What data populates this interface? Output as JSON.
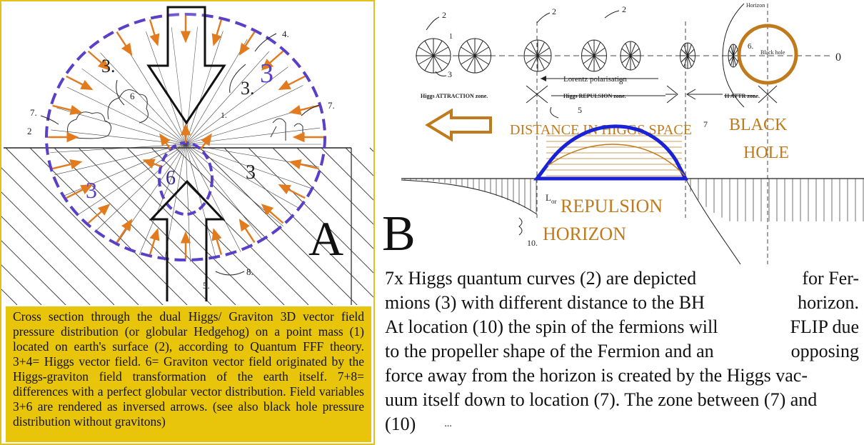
{
  "panel_a": {
    "letter": "A",
    "labels": {
      "n1": "1.",
      "n2": "2",
      "n3a": "3.",
      "n3b": "3.",
      "n3c": "3",
      "n3d": "3",
      "n4": "4.",
      "n5": "5.",
      "n6a": "6",
      "n6b": "6",
      "n7a": "7.",
      "n7b": "7.",
      "n8": "8."
    },
    "caption": "Cross section through the dual Higgs/ Graviton 3D vector field pressure distribution (or globular Hedgehog) on a point mass (1) located on earth's surface (2), according to Quantum FFF theory. 3+4= Higgs vector field. 6= Graviton vector field originated by the Higgs-graviton field transformation of the earth itself. 7+8= differences with a perfect globular vector distribution. Field variables 3+6 are rendered as inversed arrows. (see also black hole pressure distribution without gravitons)"
  },
  "panel_b": {
    "letter": "B",
    "small_labels": {
      "n2a": "2",
      "n2b": "2",
      "n2c": "2",
      "n1": "1",
      "n3": "3",
      "n5": "5",
      "n6": "6.",
      "n7": "7",
      "n8": "8",
      "n10": "10.",
      "lor": "L",
      "lor_sub": "or",
      "horizon": "Horizon",
      "black_hole_small": "Black hole"
    },
    "lorentz": "Lorentz polarisation",
    "zones": {
      "attraction": "Higgs ATTRACTION zone.",
      "repulsion": "Higgs REPULSION zone.",
      "h_attr": "H ATTR zone."
    },
    "distance": "DISTANCE IN HIGGS SPACE",
    "black_hole": [
      "BLACK",
      "HOLE"
    ],
    "repulsion": [
      "REPULSION",
      "HORIZON"
    ],
    "colors": {
      "brown": "#c07a1c",
      "blue": "#1a22d6",
      "dash_purple": "#5a3fc8",
      "orange_arrow": "#e27a1e",
      "caption_yellow": "#e8c50a"
    },
    "text_rows": [
      [
        "7x Higgs quantum curves (2) are depicted",
        "for Fer-"
      ],
      [
        "mions (3) with different distance to the BH",
        "horizon."
      ],
      [
        "At location (10) the spin of the fermions will",
        "FLIP due"
      ],
      [
        "to the propeller shape of the Fermion and an",
        "opposing"
      ],
      [
        "force away from the horizon is created by the Higgs vac-",
        ""
      ],
      [
        "uum itself down to location (7). The zone between (7) and",
        ""
      ],
      [
        "(10)",
        "..."
      ]
    ]
  }
}
